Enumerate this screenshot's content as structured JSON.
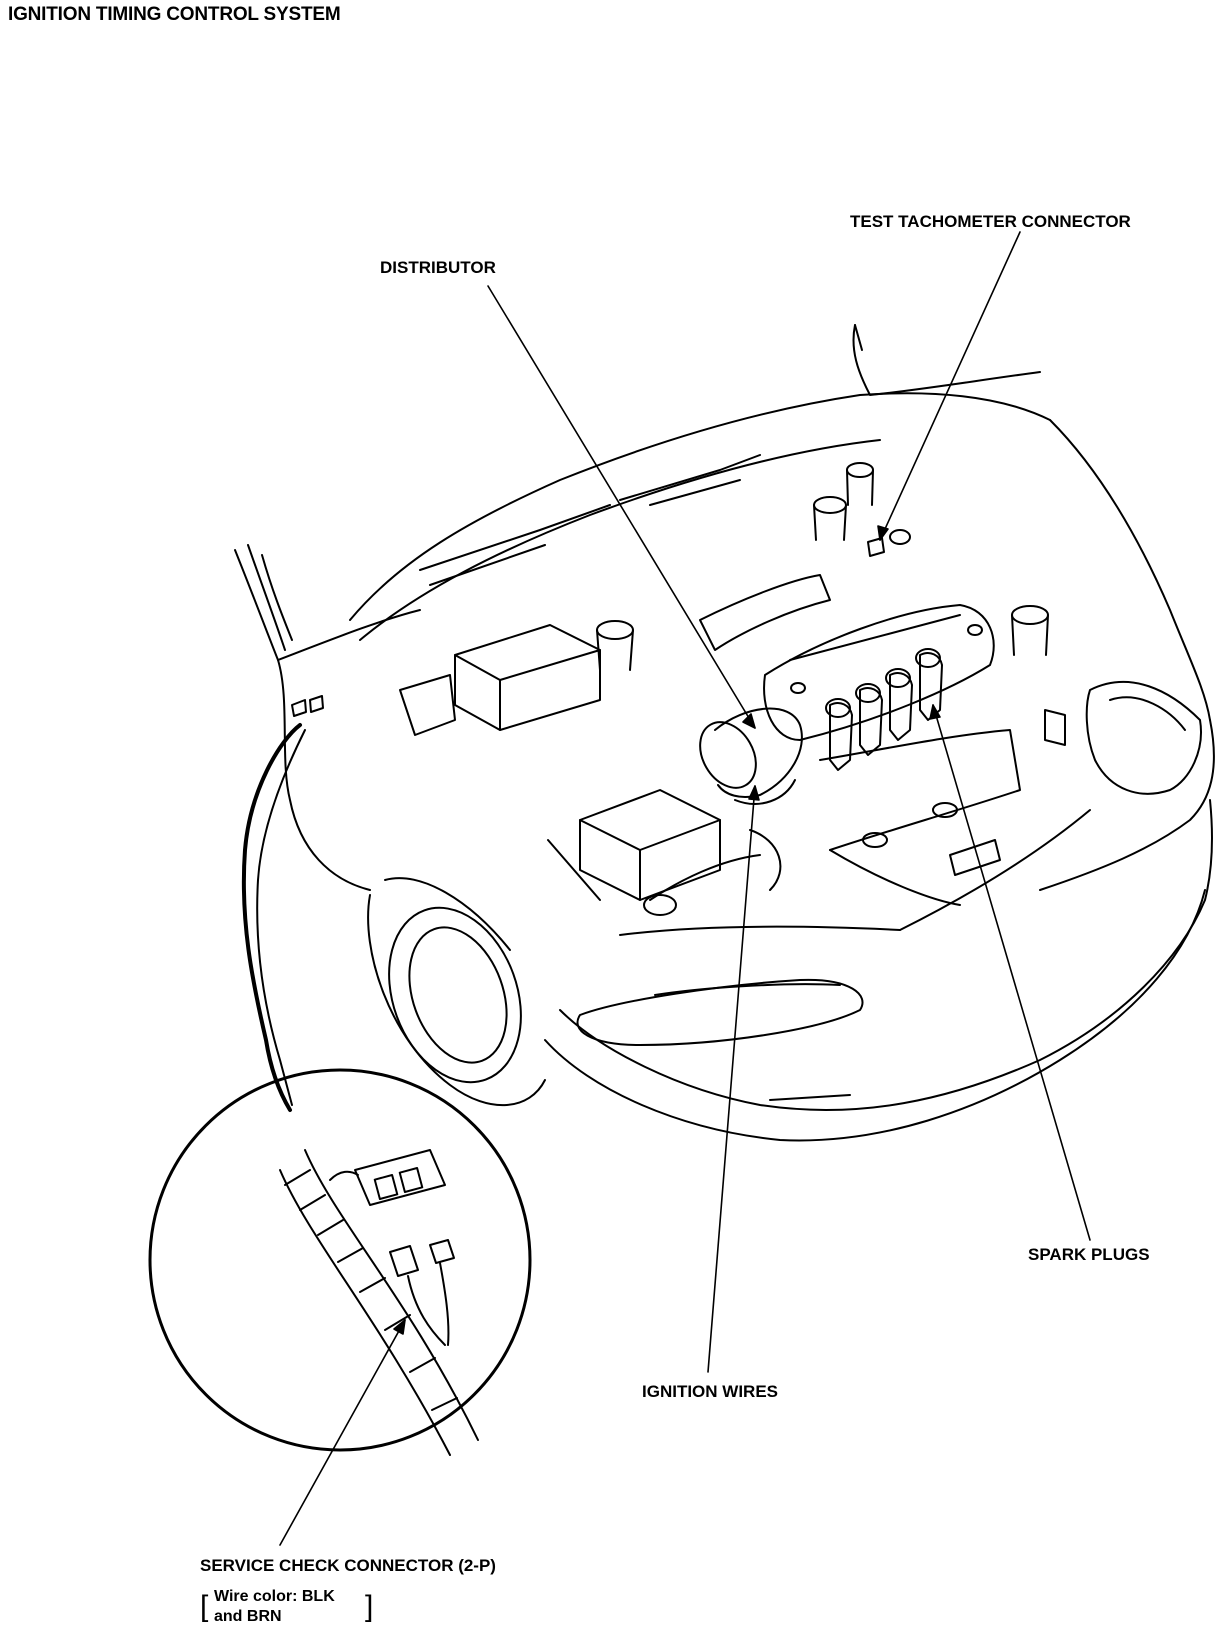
{
  "title": "IGNITION TIMING CONTROL SYSTEM",
  "callouts": {
    "distributor": "DISTRIBUTOR",
    "test_tach": "TEST TACHOMETER CONNECTOR",
    "spark_plugs": "SPARK PLUGS",
    "ignition_wires": "IGNITION WIRES",
    "service_check": "SERVICE CHECK CONNECTOR (2-P)",
    "wire_color_line1": "Wire color: BLK",
    "wire_color_line2": "and BRN"
  }
}
